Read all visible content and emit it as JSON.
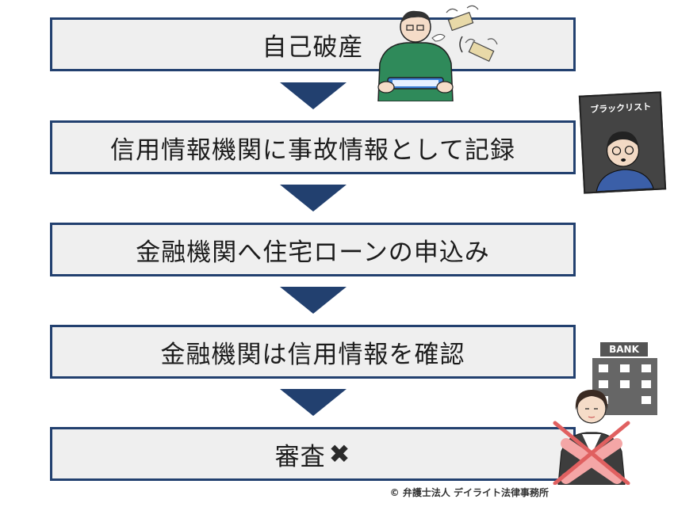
{
  "steps": [
    "自己破産",
    "信用情報機関に事故情報として記録",
    "金融機関へ住宅ローンの申込み",
    "金融機関は信用情報を確認",
    "審査"
  ],
  "result_mark": "✖",
  "blacklist_label": "ブラックリスト",
  "bank_label": "BANK",
  "credit": "© 弁護士法人 デイライト法律事務所",
  "colors": {
    "box_border": "#22406f",
    "box_fill": "#efefef",
    "arrow": "#22406f",
    "reject": "#e06060"
  }
}
